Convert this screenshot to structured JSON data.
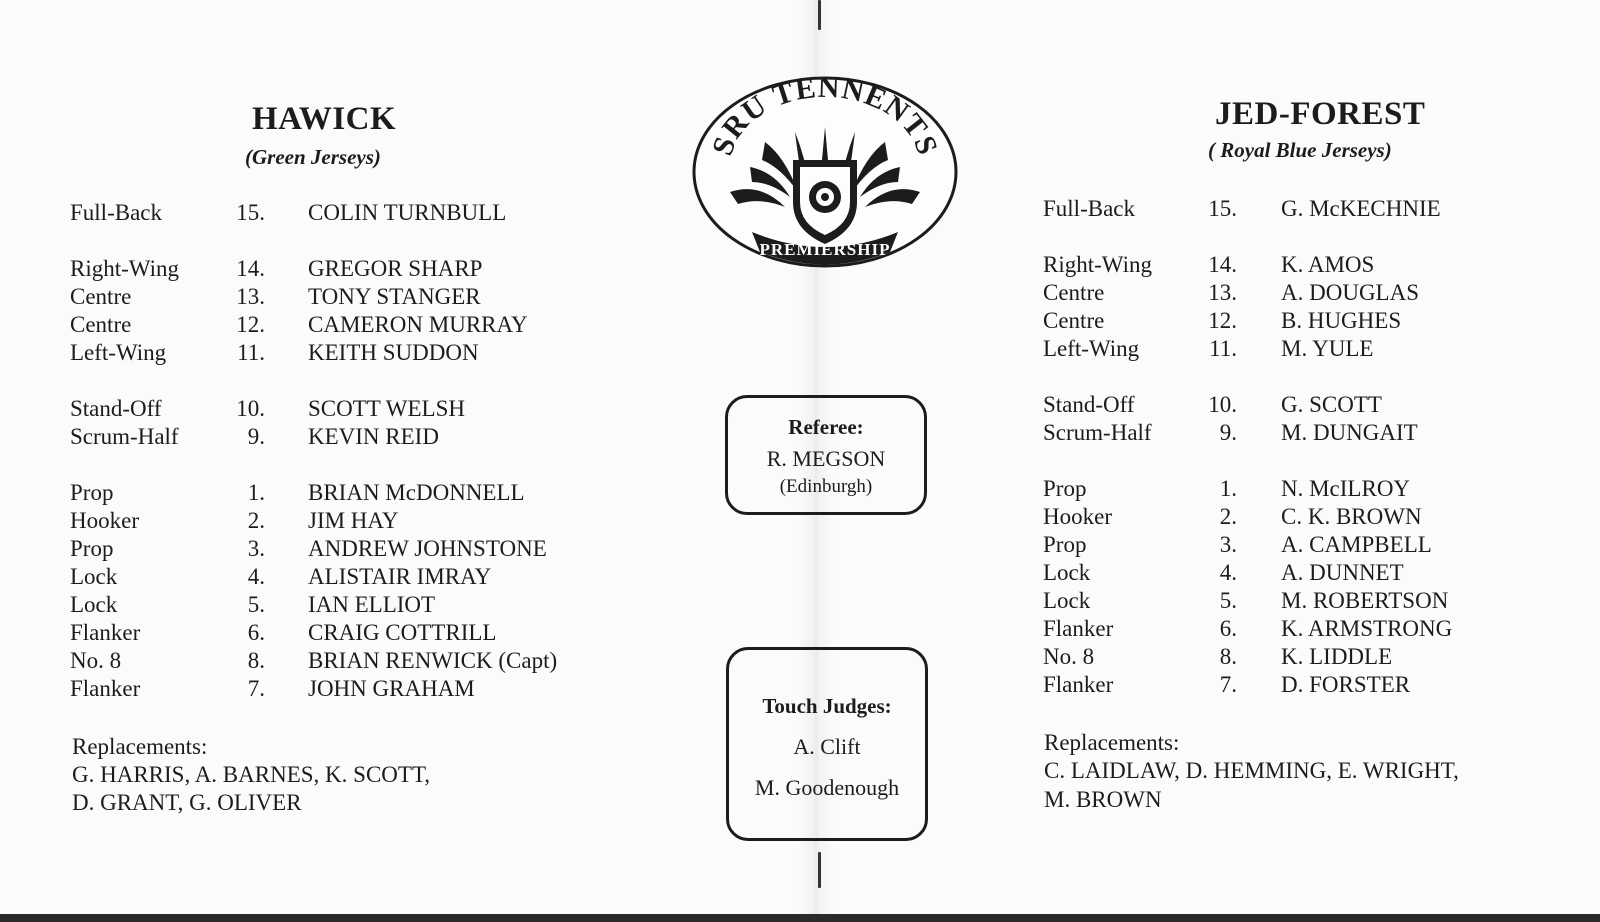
{
  "home": {
    "name": "HAWICK",
    "colors": "(Green Jerseys)",
    "players": [
      {
        "position": "Full-Back",
        "number": "15.",
        "name": "COLIN TURNBULL"
      },
      {
        "position": "Right-Wing",
        "number": "14.",
        "name": "GREGOR SHARP"
      },
      {
        "position": "Centre",
        "number": "13.",
        "name": "TONY STANGER"
      },
      {
        "position": "Centre",
        "number": "12.",
        "name": "CAMERON MURRAY"
      },
      {
        "position": "Left-Wing",
        "number": "11.",
        "name": "KEITH SUDDON"
      },
      {
        "position": "Stand-Off",
        "number": "10.",
        "name": "SCOTT WELSH"
      },
      {
        "position": "Scrum-Half",
        "number": "9.",
        "name": "KEVIN REID"
      },
      {
        "position": "Prop",
        "number": "1.",
        "name": "BRIAN McDONNELL"
      },
      {
        "position": "Hooker",
        "number": "2.",
        "name": "JIM HAY"
      },
      {
        "position": "Prop",
        "number": "3.",
        "name": "ANDREW JOHNSTONE"
      },
      {
        "position": "Lock",
        "number": "4.",
        "name": "ALISTAIR IMRAY"
      },
      {
        "position": "Lock",
        "number": "5.",
        "name": "IAN ELLIOT"
      },
      {
        "position": "Flanker",
        "number": "6.",
        "name": "CRAIG COTTRILL"
      },
      {
        "position": "No. 8",
        "number": "8.",
        "name": "BRIAN RENWICK (Capt)"
      },
      {
        "position": "Flanker",
        "number": "7.",
        "name": "JOHN GRAHAM"
      }
    ],
    "replacements_label": "Replacements:",
    "replacements": [
      "G. HARRIS, A. BARNES, K. SCOTT,",
      "D. GRANT, G. OLIVER"
    ]
  },
  "away": {
    "name": "JED-FOREST",
    "colors": "( Royal Blue Jerseys)",
    "players": [
      {
        "position": "Full-Back",
        "number": "15.",
        "name": "G. McKECHNIE"
      },
      {
        "position": "Right-Wing",
        "number": "14.",
        "name": "K. AMOS"
      },
      {
        "position": "Centre",
        "number": "13.",
        "name": "A. DOUGLAS"
      },
      {
        "position": "Centre",
        "number": "12.",
        "name": "B. HUGHES"
      },
      {
        "position": "Left-Wing",
        "number": "11.",
        "name": "M. YULE"
      },
      {
        "position": "Stand-Off",
        "number": "10.",
        "name": "G. SCOTT"
      },
      {
        "position": "Scrum-Half",
        "number": "9.",
        "name": "M. DUNGAIT"
      },
      {
        "position": "Prop",
        "number": "1.",
        "name": "N. McILROY"
      },
      {
        "position": "Hooker",
        "number": "2.",
        "name": "C. K. BROWN"
      },
      {
        "position": "Prop",
        "number": "3.",
        "name": "A. CAMPBELL"
      },
      {
        "position": "Lock",
        "number": "4.",
        "name": "A. DUNNET"
      },
      {
        "position": "Lock",
        "number": "5.",
        "name": "M. ROBERTSON"
      },
      {
        "position": "Flanker",
        "number": "6.",
        "name": "K. ARMSTRONG"
      },
      {
        "position": "No. 8",
        "number": "8.",
        "name": "K. LIDDLE"
      },
      {
        "position": "Flanker",
        "number": "7.",
        "name": "D. FORSTER"
      }
    ],
    "replacements_label": "Replacements:",
    "replacements": [
      "C. LAIDLAW, D. HEMMING, E. WRIGHT,",
      "M. BROWN"
    ]
  },
  "logo": {
    "top_text": "SRU TENNENTS",
    "bottom_text": "PREMIERSHIP",
    "icon": "thistle-shield-icon"
  },
  "referee": {
    "title": "Referee:",
    "name": "R. MEGSON",
    "location": "(Edinburgh)"
  },
  "touch_judges": {
    "title": "Touch Judges:",
    "names": [
      "A. Clift",
      "M. Goodenough"
    ]
  }
}
